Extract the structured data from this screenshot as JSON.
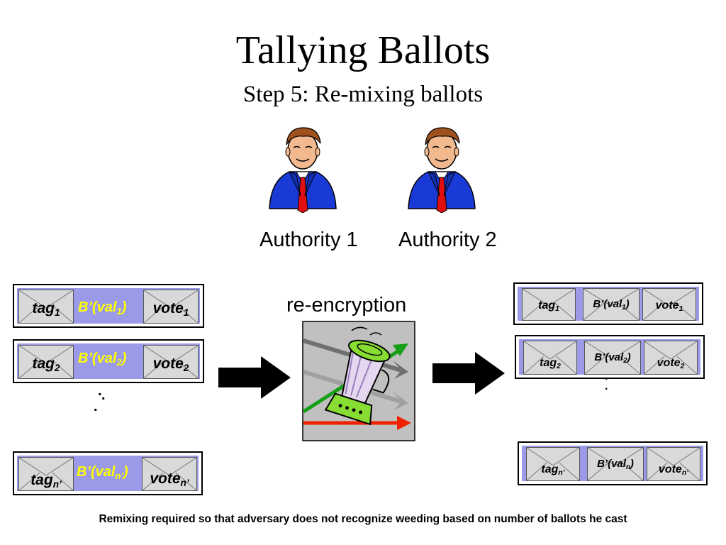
{
  "title": "Tallying Ballots",
  "subtitle": "Step 5: Re-mixing ballots",
  "authorities": [
    {
      "label": "Authority 1"
    },
    {
      "label": "Authority 2"
    }
  ],
  "mixer_label": "re-encryption",
  "input_ballots": [
    {
      "tag": "tag",
      "tag_sub": "1",
      "bval": "B’(val",
      "bval_sub": "1",
      "bval_close": ")",
      "vote": "vote",
      "vote_sub": "1"
    },
    {
      "tag": "tag",
      "tag_sub": "2",
      "bval": "B’(val",
      "bval_sub": "2",
      "bval_close": ")",
      "vote": "vote",
      "vote_sub": "2"
    },
    {
      "tag": "tag",
      "tag_sub": "n’",
      "bval": "B’(val",
      "bval_sub": "n’",
      "bval_close": ")",
      "vote": "vote",
      "vote_sub": "n’"
    }
  ],
  "output_ballots": [
    {
      "tag": "tag",
      "tag_sub": "1",
      "bval": "B’(val",
      "bval_sub": "1",
      "bval_close": ")",
      "vote": "vote",
      "vote_sub": "1"
    },
    {
      "tag": "tag",
      "tag_sub": "2",
      "bval": "B’(val",
      "bval_sub": "2",
      "bval_close": ")",
      "vote": "vote",
      "vote_sub": "2"
    },
    {
      "tag": "tag",
      "tag_sub": "n’",
      "bval": "B’(val",
      "bval_sub": "n",
      "bval_close": ")",
      "vote": "vote",
      "vote_sub": "n’"
    }
  ],
  "caption": "Remixing required so that adversary does not recognize weeding based on number of ballots he cast",
  "colors": {
    "ballot_fill": "#9a9ae8",
    "bval_text_input": "#ffff00",
    "envelope": "#d9d9d9",
    "suit": "#1a3ad6",
    "tie": "#e01010"
  }
}
